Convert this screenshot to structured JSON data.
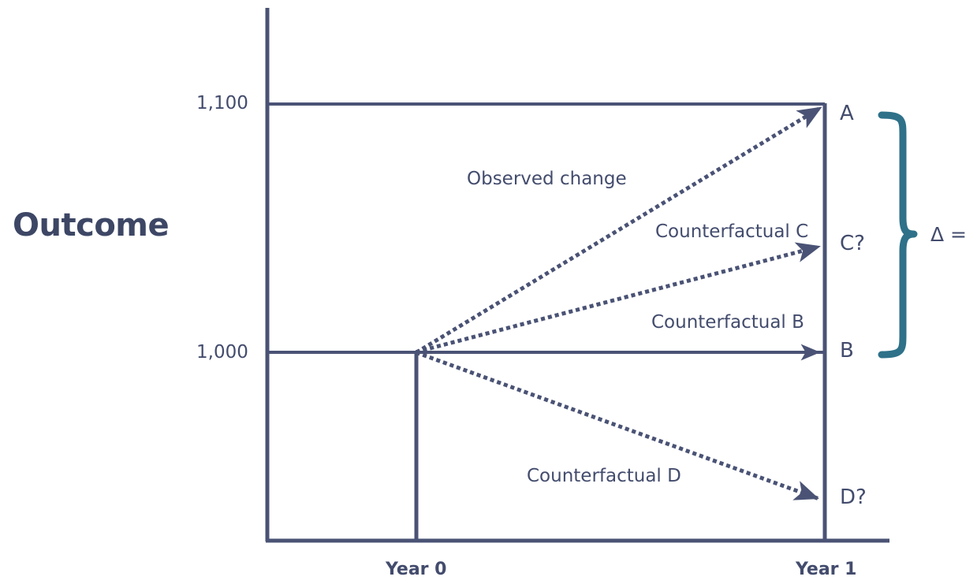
{
  "figure": {
    "axis_title_y": "Outcome",
    "colors": {
      "line": "#4a5375",
      "text": "#434c6d",
      "brace": "#2e7189",
      "background": "#ffffff"
    }
  },
  "chart_data": {
    "type": "line",
    "title": "",
    "xlabel": "",
    "ylabel": "Outcome",
    "grid": false,
    "legend_position": "inline-annotations",
    "x": [
      "Year 0",
      "Year 1"
    ],
    "x_tick_labels": [
      "Year 0",
      "Year 1"
    ],
    "y_tick_labels": [
      "1,000",
      "1,100"
    ],
    "ylim": [
      880,
      1140
    ],
    "series": [
      {
        "name": "Observed change",
        "endpoint_label": "A",
        "style": "dotted",
        "arrow": true,
        "values": [
          1000,
          1100
        ]
      },
      {
        "name": "Counterfactual C",
        "endpoint_label": "C?",
        "style": "dotted",
        "arrow": true,
        "values": [
          1000,
          1043
        ]
      },
      {
        "name": "Counterfactual B",
        "endpoint_label": "B",
        "style": "solid",
        "arrow": true,
        "values": [
          1000,
          1000
        ]
      },
      {
        "name": "Counterfactual D",
        "endpoint_label": "D?",
        "style": "dotted",
        "arrow": true,
        "values": [
          1000,
          941
        ]
      }
    ],
    "annotations": [
      {
        "text": "Observed change",
        "id": "observed-change"
      },
      {
        "text": "Counterfactual C",
        "id": "counterfactual-c"
      },
      {
        "text": "Counterfactual B",
        "id": "counterfactual-b"
      },
      {
        "text": "Counterfactual D",
        "id": "counterfactual-d"
      }
    ],
    "brace": {
      "label": "Δ =",
      "spans_from": "B",
      "spans_to": "A",
      "color": "#2e7189"
    }
  },
  "labels": {
    "y_axis_title": "Outcome",
    "y_tick_1100": "1,100",
    "y_tick_1000": "1,000",
    "x_tick_year0": "Year 0",
    "x_tick_year1": "Year 1",
    "observed_change": "Observed change",
    "counterfactual_c": "Counterfactual C",
    "counterfactual_b": "Counterfactual B",
    "counterfactual_d": "Counterfactual D",
    "point_a": "A",
    "point_c": "C?",
    "point_b": "B",
    "point_d": "D?",
    "delta": "Δ ="
  }
}
